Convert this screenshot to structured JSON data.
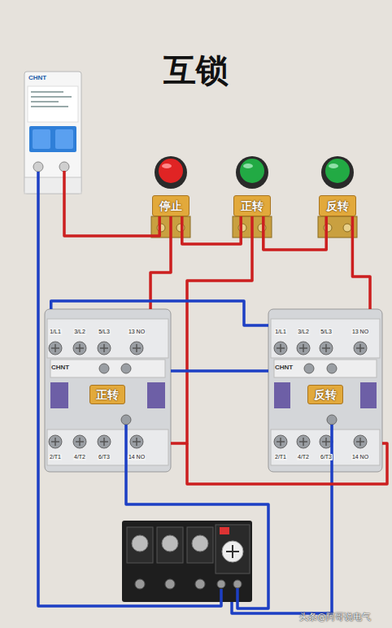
{
  "diagram": {
    "title": "互锁",
    "nodes": [
      {
        "text": [
          "CHNT"
        ]
      },
      {
        "text": [
          "停止"
        ]
      },
      {
        "text": [
          "正转"
        ]
      },
      {
        "text": [
          "反转"
        ]
      },
      {
        "text": [
          "CHNT",
          "正转"
        ]
      },
      {
        "text": [
          "CHNT",
          "反转"
        ]
      }
    ],
    "edges": [
      {
        "from": 0,
        "to": 1,
        "arrow": "none"
      },
      {
        "from": 1,
        "to": 2,
        "arrow": "none"
      },
      {
        "from": 2,
        "to": 3,
        "arrow": "none"
      },
      {
        "from": 1,
        "to": 4,
        "arrow": "none"
      },
      {
        "from": 2,
        "to": 4,
        "arrow": "none"
      },
      {
        "from": 3,
        "to": 5,
        "arrow": "none"
      },
      {
        "from": 4,
        "to": 5,
        "arrow": "none"
      },
      {
        "from": 5,
        "to": 4,
        "arrow": "none"
      }
    ],
    "labels": [
      "1/L1",
      "3/L2",
      "5/L3",
      "13 NO",
      "2/T1",
      "4/T2",
      "6/T3",
      "14 NO",
      "1/L1",
      "3/L2",
      "5/L3",
      "13 NO",
      "2/T1",
      "4/T2",
      "6/T3",
      "14 NO",
      "头条@阿哥说电气"
    ]
  }
}
